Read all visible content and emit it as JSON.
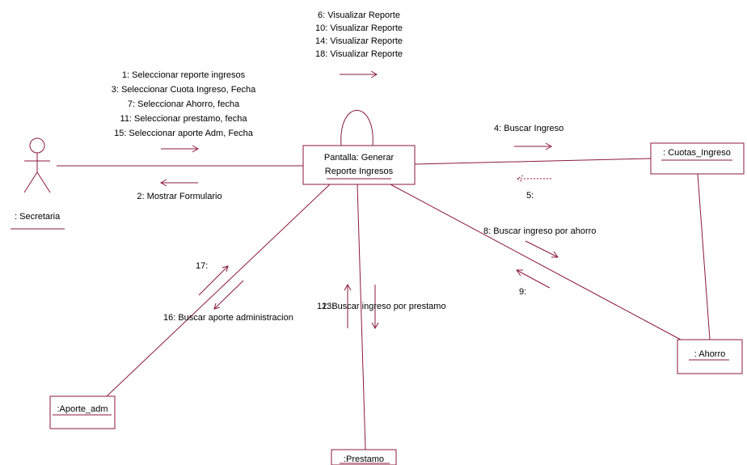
{
  "colors": {
    "line": "#8b1a3c",
    "text": "#000000",
    "background": "#ffffff"
  },
  "objects": {
    "secretaria": ": Secretaria",
    "pantalla_line1": "Pantalla: Generar",
    "pantalla_line2": "Reporte Ingresos",
    "cuotas": ": Cuotas_Ingreso",
    "ahorro": ": Ahorro",
    "aporte": ":Aporte_adm",
    "prestamo": ":Prestamo"
  },
  "messages": {
    "self_loop": [
      "6: Visualizar Reporte",
      "10: Visualizar Reporte",
      "14: Visualizar Reporte",
      "18: Visualizar Reporte"
    ],
    "to_pantalla": [
      "1: Seleccionar reporte ingresos",
      "3: Seleccionar Cuota Ingreso, Fecha",
      "7: Seleccionar Ahorro, fecha",
      "11: Seleccionar prestamo, fecha",
      "15: Seleccionar aporte Adm, Fecha"
    ],
    "to_secretaria": "2: Mostrar Formulario",
    "to_cuotas": "4: Buscar Ingreso",
    "from_cuotas": "5:",
    "to_ahorro": "8: Buscar ingreso por ahorro",
    "from_ahorro": "9:",
    "from_aporte": "17:",
    "to_aporte": "16: Buscar aporte administracion",
    "to_prestamo": "12: Buscar ingreso por prestamo",
    "from_prestamo": "13:"
  }
}
